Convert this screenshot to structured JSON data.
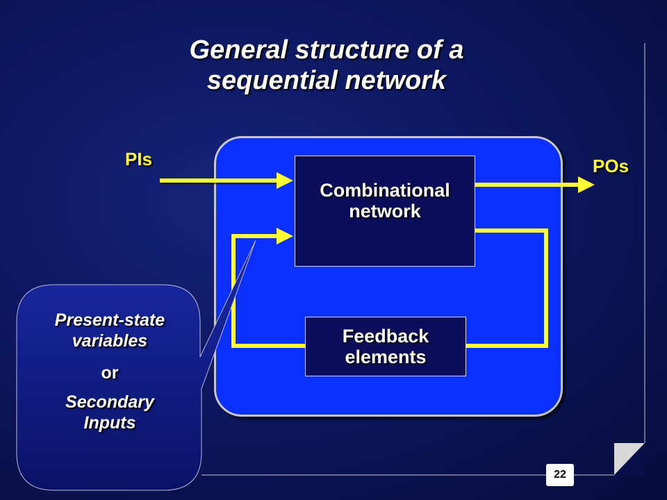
{
  "title": {
    "line1": "General structure of a",
    "line2": "sequential network"
  },
  "diagram": {
    "inputs_label": "PIs",
    "outputs_label": "POs",
    "combinational_block": {
      "line1": "Combinational",
      "line2": "network"
    },
    "feedback_block": {
      "line1": "Feedback",
      "line2": "elements"
    }
  },
  "callout": {
    "line1": "Present-state",
    "line2": "variables",
    "connector": "or",
    "line3": "Secondary",
    "line4": "Inputs"
  },
  "page_number": "22",
  "colors": {
    "background": "#0d1760",
    "system_box": "#0a2fff",
    "block_fill": "#0b0d5a",
    "wire": "#ffff33",
    "callout_fill": "#0e1a8a"
  }
}
